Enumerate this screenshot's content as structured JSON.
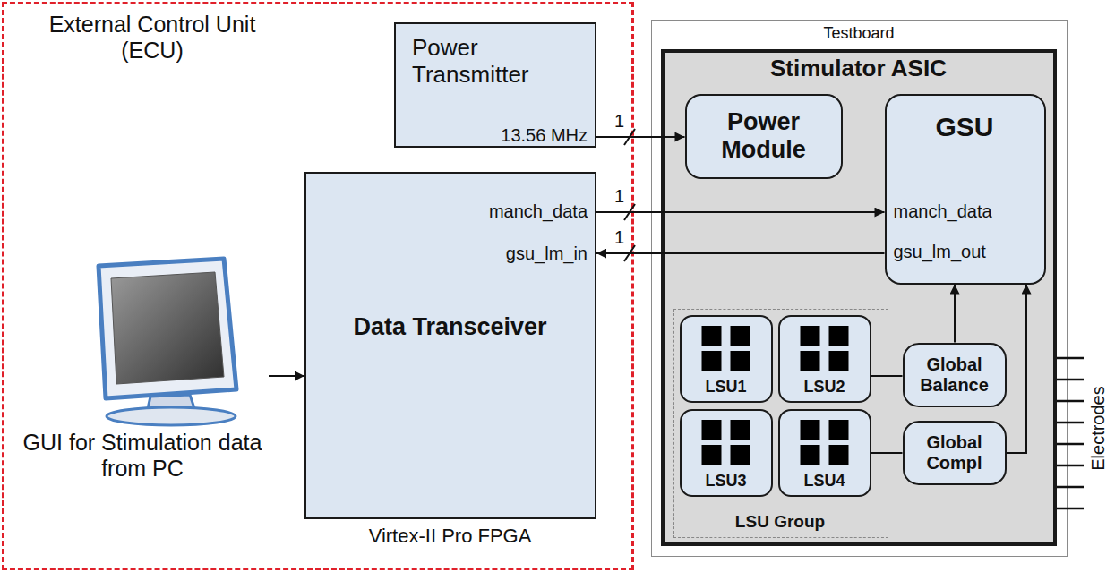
{
  "diagram": {
    "nodes": [
      {
        "text": [
          "External Control Unit (ECU)"
        ]
      },
      {
        "text": [
          "Power Transmitter",
          "13.56 MHz"
        ],
        "in": 0
      },
      {
        "text": [
          "manch_data",
          "gsu_lm_in",
          "Data Transceiver",
          "Virtex-II Pro FPGA"
        ],
        "in": 0
      },
      {
        "text": [
          "GUI for Stimulation data from PC"
        ],
        "in": 0
      },
      {
        "text": [
          "Testboard"
        ]
      },
      {
        "text": [
          "Stimulator ASIC"
        ],
        "in": 4
      },
      {
        "text": [
          "Power Module"
        ],
        "in": 5
      },
      {
        "text": [
          "GSU",
          "manch_data",
          "gsu_lm_out"
        ],
        "in": 5
      },
      {
        "text": [
          "LSU Group"
        ],
        "in": 5
      },
      {
        "text": [
          "LSU1"
        ],
        "in": 8
      },
      {
        "text": [
          "LSU2"
        ],
        "in": 8
      },
      {
        "text": [
          "LSU3"
        ],
        "in": 8
      },
      {
        "text": [
          "LSU4"
        ],
        "in": 8
      },
      {
        "text": [
          "Global Balance"
        ],
        "in": 5
      },
      {
        "text": [
          "Global Compl"
        ],
        "in": 5
      }
    ],
    "edges": [
      {
        "from": 1,
        "to": 6,
        "arrow": "to",
        "label": "1"
      },
      {
        "from": 2,
        "to": 7,
        "arrow": "to",
        "label": "1"
      },
      {
        "from": 7,
        "to": 2,
        "arrow": "to",
        "label": "1"
      },
      {
        "from": 3,
        "to": 2,
        "arrow": "to"
      },
      {
        "from": 10,
        "to": 13,
        "arrow": "none"
      },
      {
        "from": 12,
        "to": 14,
        "arrow": "none"
      },
      {
        "from": 13,
        "to": 7,
        "arrow": "to"
      },
      {
        "from": 14,
        "to": 7,
        "arrow": "to"
      }
    ],
    "labels": [
      "Electrodes"
    ]
  }
}
